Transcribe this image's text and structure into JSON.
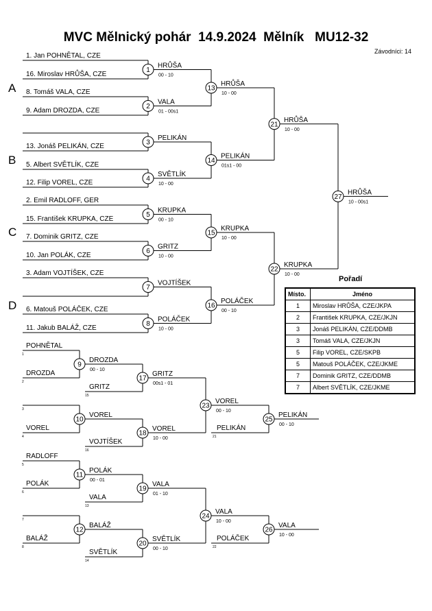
{
  "header": {
    "title": "MVC Mělnický pohár  14.9.2024  Mělník   MU12-32",
    "participants": "Závodníci: 14"
  },
  "groups": [
    "A",
    "B",
    "C",
    "D"
  ],
  "main_bracket": {
    "entries": [
      "1. Jan POHNĚTAL, CZE",
      "16. Miroslav HRŮŠA, CZE",
      "8. Tomáš VALA, CZE",
      "9. Adam DROZDA, CZE",
      "",
      "13. Jonáš PELIKÁN, CZE",
      "5. Albert SVĚTLÍK, CZE",
      "12. Filip VOREL, CZE",
      "2. Emil RADLOFF, GER",
      "15. František KRUPKA, CZE",
      "7. Dominik GRITZ, CZE",
      "10. Jan POLÁK, CZE",
      "3. Adam VOJTÍŠEK, CZE",
      "",
      "6. Matouš POLÁČEK, CZE",
      "11. Jakub BALÁŽ, CZE"
    ],
    "r1": [
      {
        "num": "1",
        "winner": "HRŮŠA",
        "score": "00 - 10"
      },
      {
        "num": "2",
        "winner": "VALA",
        "score": "01 - 00s1"
      },
      {
        "num": "3",
        "winner": "PELIKÁN",
        "score": ""
      },
      {
        "num": "4",
        "winner": "SVĚTLÍK",
        "score": "10 - 00"
      },
      {
        "num": "5",
        "winner": "KRUPKA",
        "score": "00 - 10"
      },
      {
        "num": "6",
        "winner": "GRITZ",
        "score": "10 - 00"
      },
      {
        "num": "7",
        "winner": "VOJTÍŠEK",
        "score": ""
      },
      {
        "num": "8",
        "winner": "POLÁČEK",
        "score": "10 - 00"
      }
    ],
    "r2": [
      {
        "num": "13",
        "winner": "HRŮŠA",
        "score": "10 - 00"
      },
      {
        "num": "14",
        "winner": "PELIKÁN",
        "score": "01s1 - 00"
      },
      {
        "num": "15",
        "winner": "KRUPKA",
        "score": "10 - 00"
      },
      {
        "num": "16",
        "winner": "POLÁČEK",
        "score": "00 - 10"
      }
    ],
    "r3": [
      {
        "num": "21",
        "winner": "HRŮŠA",
        "score": "10 - 00"
      },
      {
        "num": "22",
        "winner": "KRUPKA",
        "score": "10 - 00"
      }
    ],
    "final": {
      "num": "27",
      "winner": "HRŮŠA",
      "score": "10 - 00s1"
    }
  },
  "repechage": [
    {
      "entries": [
        {
          "name": "POHNĚTAL",
          "seed": "1"
        },
        {
          "name": "DROZDA",
          "seed": "2"
        },
        {
          "name": "",
          "seed": "3"
        },
        {
          "name": "VOREL",
          "seed": "4"
        }
      ],
      "r1": [
        {
          "num": "9",
          "winner": "DROZDA",
          "score": "00 - 10",
          "fed_name": "GRITZ",
          "fed_seed": "15"
        },
        {
          "num": "10",
          "winner": "VOREL",
          "score": "",
          "fed_name": "VOJTÍŠEK",
          "fed_seed": "16"
        }
      ],
      "r2": [
        {
          "num": "17",
          "winner": "GRITZ",
          "score": "00s1 - 01"
        },
        {
          "num": "18",
          "winner": "VOREL",
          "score": "10 - 00"
        }
      ],
      "r3": {
        "num": "23",
        "winner": "VOREL",
        "score": "00 - 10",
        "fed_name": "PELIKÁN",
        "fed_seed": "21"
      },
      "final": {
        "num": "25",
        "winner": "PELIKÁN",
        "score": "00 - 10"
      }
    },
    {
      "entries": [
        {
          "name": "RADLOFF",
          "seed": "5"
        },
        {
          "name": "POLÁK",
          "seed": "6"
        },
        {
          "name": "",
          "seed": "7"
        },
        {
          "name": "BALÁŽ",
          "seed": "8"
        }
      ],
      "r1": [
        {
          "num": "11",
          "winner": "POLÁK",
          "score": "00 - 01",
          "fed_name": "VALA",
          "fed_seed": "13"
        },
        {
          "num": "12",
          "winner": "BALÁŽ",
          "score": "",
          "fed_name": "SVĚTLÍK",
          "fed_seed": "14"
        }
      ],
      "r2": [
        {
          "num": "19",
          "winner": "VALA",
          "score": "01 - 10"
        },
        {
          "num": "20",
          "winner": "SVĚTLÍK",
          "score": "00 - 10"
        }
      ],
      "r3": {
        "num": "24",
        "winner": "VALA",
        "score": "10 - 00",
        "fed_name": "POLÁČEK",
        "fed_seed": "22"
      },
      "final": {
        "num": "26",
        "winner": "VALA",
        "score": "10 - 00"
      }
    }
  ],
  "results": {
    "heading": "Pořadí",
    "col_place": "Místo.",
    "col_name": "Jméno",
    "rows": [
      {
        "place": "1",
        "name": "Miroslav HRŮŠA, CZE/JKPA"
      },
      {
        "place": "2",
        "name": "František KRUPKA, CZE/JKJN"
      },
      {
        "place": "3",
        "name": "Jonáš PELIKÁN, CZE/DDMB"
      },
      {
        "place": "3",
        "name": "Tomáš VALA, CZE/JKJN"
      },
      {
        "place": "5",
        "name": "Filip VOREL, CZE/SKPB"
      },
      {
        "place": "5",
        "name": "Matouš POLÁČEK, CZE/JKME"
      },
      {
        "place": "7",
        "name": "Dominik GRITZ, CZE/DDMB"
      },
      {
        "place": "7",
        "name": "Albert SVĚTLÍK, CZE/JKME"
      }
    ]
  }
}
